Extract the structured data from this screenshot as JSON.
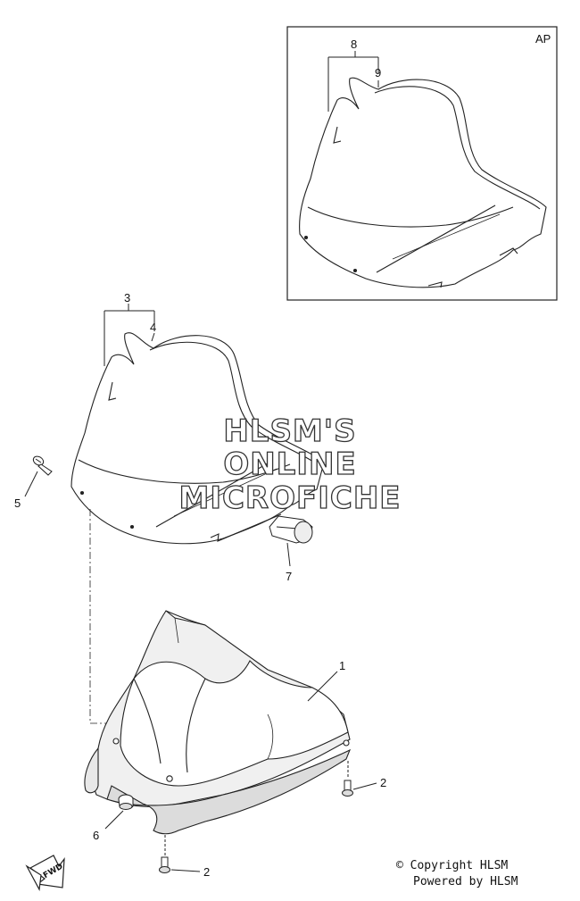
{
  "inset": {
    "label": "AP",
    "callout_8": "8",
    "callout_9": "9"
  },
  "callouts": {
    "c1": "1",
    "c2a": "2",
    "c2b": "2",
    "c3": "3",
    "c4": "4",
    "c5": "5",
    "c6": "6",
    "c7": "7"
  },
  "watermark": {
    "line1": "HLSM'S",
    "line2": "ONLINE",
    "line3": "MICROFICHE"
  },
  "fwd_label": "FWD",
  "copyright": {
    "line1": "© Copyright HLSM",
    "line2": "Powered by HLSM"
  },
  "colors": {
    "line": "#222222",
    "shade": "#e6e6e6",
    "shade_dark": "#cfcfcf"
  }
}
